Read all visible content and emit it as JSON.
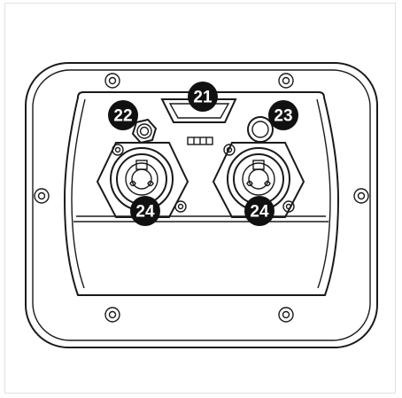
{
  "callouts": {
    "port_21": "21",
    "port_22": "22",
    "port_23": "23",
    "port_24_left": "24",
    "port_24_right": "24"
  },
  "colors": {
    "line": "#1a1a1a",
    "badge": "#111111",
    "badge_text": "#ffffff",
    "background": "#ffffff"
  }
}
